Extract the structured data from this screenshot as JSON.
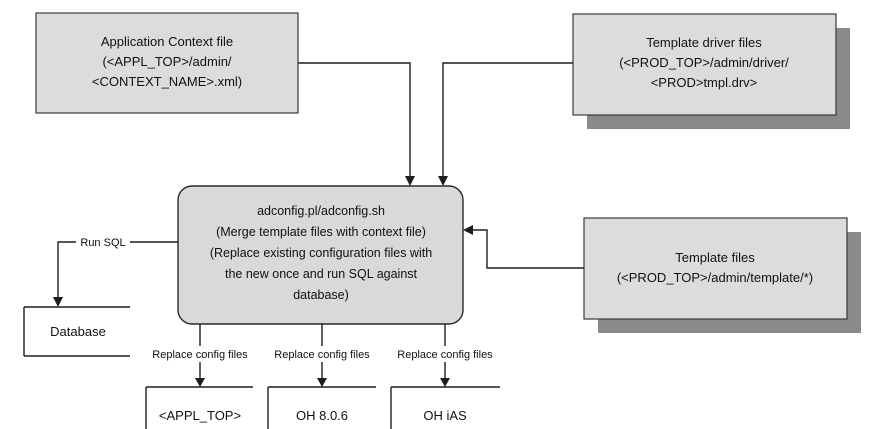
{
  "nodes": {
    "app_context": {
      "lines": [
        "Application Context file",
        "(<APPL_TOP>/admin/",
        "<CONTEXT_NAME>.xml)"
      ]
    },
    "template_driver": {
      "lines": [
        "Template driver files",
        "(<PROD_TOP>/admin/driver/",
        "<PROD>tmpl.drv>"
      ]
    },
    "adconfig": {
      "lines": [
        "adconfig.pl/adconfig.sh",
        "(Merge template files with context file)",
        "(Replace existing configuration files with",
        "the new once and run SQL against",
        "database)"
      ]
    },
    "template_files": {
      "lines": [
        "Template files",
        "(<PROD_TOP>/admin/template/*)"
      ]
    },
    "database": {
      "label": "Database"
    },
    "appl_top": {
      "label": "<APPL_TOP>"
    },
    "oh_806": {
      "label": "OH 8.0.6"
    },
    "oh_ias": {
      "label": "OH iAS"
    }
  },
  "edge_labels": {
    "run_sql": "Run SQL",
    "replace_1": "Replace config files",
    "replace_2": "Replace config files",
    "replace_3": "Replace config files"
  }
}
